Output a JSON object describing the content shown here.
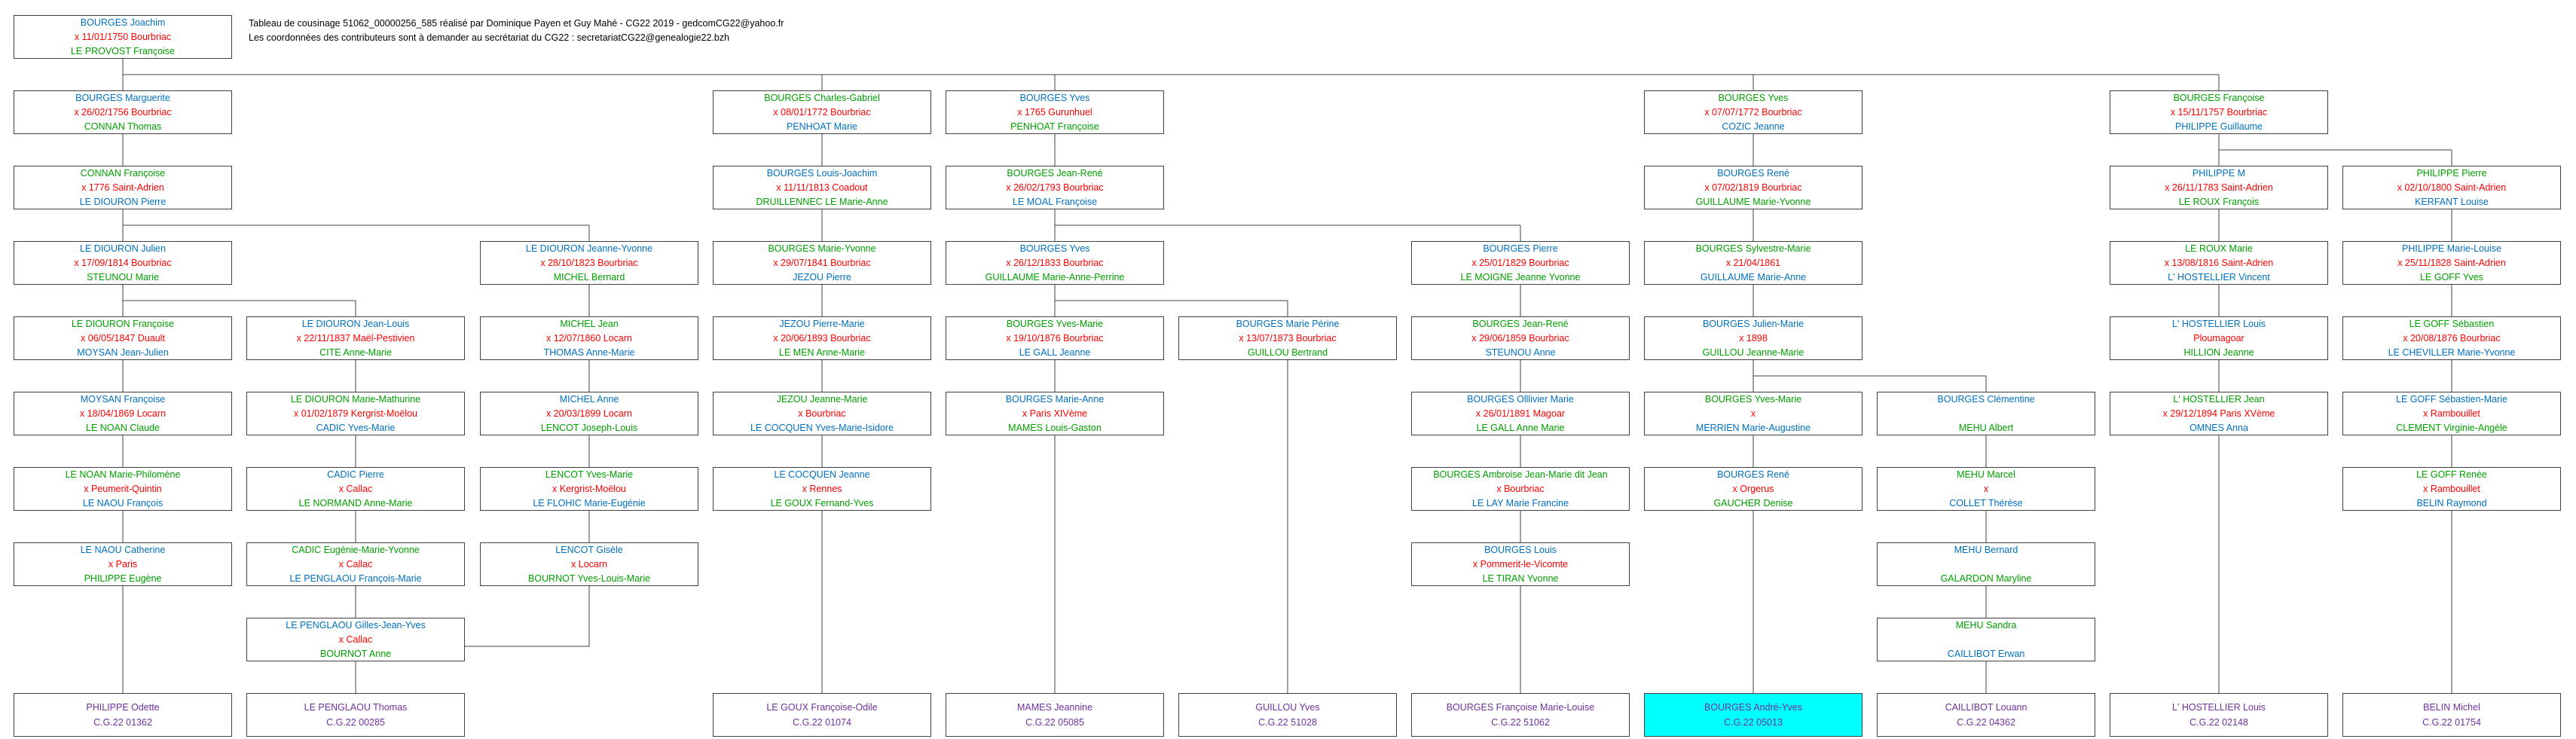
{
  "header": {
    "line1": "Tableau de cousinage 51062_00000256_585 réalisé par Dominique Payen et Guy Mahé - CG22 2019 - gedcomCG22@yahoo.fr",
    "line2": "Les coordonnées des contributeurs sont à demander au secrétariat du CG22 :  secretariatCG22@genealogie22.bzh"
  },
  "colors": {
    "blue": "#0070c0",
    "red": "#ff0000",
    "green": "#00a000",
    "purple": "#7030a0",
    "highlight": "#00ffff"
  },
  "columns": [
    [
      [
        "BOURGES Joachim",
        "x 11/01/1750 Bourbriac",
        "LE PROVOST Françoise"
      ],
      [
        "BOURGES Marguerite",
        "x 26/02/1756 Bourbriac",
        "CONNAN Thomas"
      ],
      [
        "CONNAN Françoise",
        "x 1776 Saint-Adrien",
        "LE DIOURON Pierre"
      ],
      [
        "LE DIOURON Julien",
        "x 17/09/1814 Bourbriac",
        "STEUNOU Marie"
      ],
      [
        "LE DIOURON Françoise",
        "x 06/05/1847 Duault",
        "MOYSAN Jean-Julien"
      ],
      [
        "MOYSAN Françoise",
        "x 18/04/1869 Locarn",
        "LE NOAN Claude"
      ],
      [
        "LE NOAN Marie-Philomène",
        "x          Peumerit-Quintin",
        "LE NAOU François"
      ],
      [
        "LE NAOU Catherine",
        "x          Paris",
        "PHILIPPE Eugène"
      ]
    ],
    [
      null,
      null,
      null,
      null,
      [
        "LE DIOURON Jean-Louis",
        "x 22/11/1837 Maël-Pestivien",
        "CITE Anne-Marie"
      ],
      [
        "LE DIOURON Marie-Mathurine",
        "x 01/02/1879 Kergrist-Moëlou",
        "CADIC Yves-Marie"
      ],
      [
        "CADIC Pierre",
        "x          Callac",
        "LE NORMAND Anne-Marie"
      ],
      [
        "CADIC Eugénie-Marie-Yvonne",
        "x          Callac",
        "LE PENGLAOU François-Marie"
      ],
      [
        "LE PENGLAOU Gilles-Jean-Yves",
        "x          Callac",
        "BOURNOT Anne"
      ]
    ],
    [
      null,
      null,
      null,
      [
        "LE DIOURON Jeanne-Yvonne",
        "x 28/10/1823 Bourbriac",
        "MICHEL Bernard"
      ],
      [
        "MICHEL Jean",
        "x 12/07/1860 Locarn",
        "THOMAS Anne-Marie"
      ],
      [
        "MICHEL Anne",
        "x 20/03/1899 Locarn",
        "LENCOT Joseph-Louis"
      ],
      [
        "LENCOT Yves-Marie",
        "x          Kergrist-Moëlou",
        "LE FLOHIC Marie-Eugénie"
      ],
      [
        "LENCOT Gisèle",
        "x          Locarn",
        "BOURNOT Yves-Louis-Marie"
      ]
    ],
    [
      null,
      [
        "BOURGES Charles-Gabriel",
        "x 08/01/1772 Bourbriac",
        "PENHOAT Marie"
      ],
      [
        "BOURGES Louis-Joachim",
        "x 11/11/1813 Coadout",
        "DRUILLENNEC LE Marie-Anne"
      ],
      [
        "BOURGES Marie-Yvonne",
        "x 29/07/1841 Bourbriac",
        "JEZOU Pierre"
      ],
      [
        "JEZOU Pierre-Marie",
        "x 20/06/1893 Bourbriac",
        "LE MEN Anne-Marie"
      ],
      [
        "JEZOU Jeanne-Marie",
        "x          Bourbriac",
        "LE COCQUEN Yves-Marie-Isidore"
      ],
      [
        "LE COCQUEN Jeanne",
        "x          Rennes",
        "LE GOUX Fernand-Yves"
      ]
    ],
    [
      null,
      [
        "BOURGES Yves",
        "x 1765 Gurunhuel",
        "PENHOAT Françoise"
      ],
      [
        "BOURGES Jean-René",
        "x 26/02/1793 Bourbriac",
        "LE MOAL Françoise"
      ],
      [
        "BOURGES Yves",
        "x 26/12/1833 Bourbriac",
        "GUILLAUME Marie-Anne-Perrine"
      ],
      [
        "BOURGES Yves-Marie",
        "x 19/10/1876 Bourbriac",
        "LE GALL Jeanne"
      ],
      [
        "BOURGES Marie-Anne",
        "x          Paris XIVème",
        "MAMES Louis-Gaston"
      ]
    ],
    [
      null,
      null,
      null,
      null,
      [
        "BOURGES Marie Périne",
        "x 13/07/1873 Bourbriac",
        "GUILLOU Bertrand"
      ]
    ],
    [
      null,
      null,
      null,
      [
        "BOURGES Pierre",
        "x 25/01/1829 Bourbriac",
        "LE MOIGNE Jeanne Yvonne"
      ],
      [
        "BOURGES Jean-René",
        "x 29/06/1859 Bourbriac",
        "STEUNOU Anne"
      ],
      [
        "BOURGES Olllivier Marie",
        "x 26/01/1891 Magoar",
        "LE GALL Anne Marie"
      ],
      [
        "BOURGES Ambroise Jean-Marie dit Jean",
        "x          Bourbriac",
        "LE LAY Marie Francine"
      ],
      [
        "BOURGES Louis",
        "x          Pommerit-le-Vicomte",
        "LE TIRAN Yvonne"
      ]
    ],
    [
      null,
      [
        "BOURGES Yves",
        "x 07/07/1772 Bourbriac",
        "COZIC Jeanne"
      ],
      [
        "BOURGES René",
        "x 07/02/1819 Bourbriac",
        "GUILLAUME Marie-Yvonne"
      ],
      [
        "BOURGES Sylvestre-Marie",
        "x 21/04/1861",
        "GUILLAUME Marie-Anne"
      ],
      [
        "BOURGES Julien-Marie",
        "x 1898",
        "GUILLOU Jeanne-Marie"
      ],
      [
        "BOURGES Yves-Marie",
        "x",
        "MERRIEN Marie-Augustine"
      ],
      [
        "BOURGES René",
        "x          Orgerus",
        "GAUCHER Denise"
      ]
    ],
    [
      null,
      null,
      null,
      null,
      null,
      [
        "BOURGES Clémentine",
        "",
        "MEHU Albert"
      ],
      [
        "MEHU Marcel",
        "x",
        "COLLET Thérèse"
      ],
      [
        "MEHU Bernard",
        "",
        "GALARDON Maryline"
      ],
      [
        "MEHU Sandra",
        "",
        "CAILLIBOT Erwan"
      ]
    ],
    [
      null,
      [
        "BOURGES Françoise",
        "x 15/11/1757 Bourbriac",
        "PHILIPPE Guillaume"
      ],
      [
        "PHILIPPE M",
        "x 26/11/1783 Saint-Adrien",
        "LE ROUX François"
      ],
      [
        "LE ROUX Marie",
        "x 13/08/1816 Saint-Adrien",
        "L' HOSTELLIER Vincent"
      ],
      [
        "L' HOSTELLIER Louis",
        "Ploumagoar",
        "HILLION Jeanne"
      ],
      [
        "L' HOSTELLIER Jean",
        "x 29/12/1894 Paris XVème",
        "OMNES Anna"
      ]
    ],
    [
      null,
      null,
      [
        "PHILIPPE Pierre",
        "x 02/10/1800 Saint-Adrien",
        "KERFANT Louise"
      ],
      [
        "PHILIPPE Marie-Louise",
        "x 25/11/1828 Saint-Adrien",
        "LE GOFF Yves"
      ],
      [
        "LE GOFF Sébastien",
        "x 20/08/1876 Bourbriac",
        "LE CHEVILLER Marie-Yvonne"
      ],
      [
        "LE GOFF Sébastien-Marie",
        "x          Rambouillet",
        "CLEMENT Virginie-Angèle"
      ],
      [
        "LE GOFF Renée",
        "x          Rambouillet",
        "BELIN Raymond"
      ]
    ]
  ],
  "leaves": [
    [
      "PHILIPPE Odette",
      "C.G.22 01362"
    ],
    [
      "LE PENGLAOU Thomas",
      "C.G.22 00285"
    ],
    null,
    [
      "LE GOUX Françoise-Odile",
      "C.G.22 01074"
    ],
    [
      "MAMES Jeannine",
      "C.G.22 05085"
    ],
    [
      "GUILLOU Yves",
      "C.G.22 51028"
    ],
    [
      "BOURGES Françoise Marie-Louise",
      "C.G.22 51062"
    ],
    [
      "BOURGES André-Yves",
      "C.G.22 05013"
    ],
    [
      "CAILLIBOT Louann",
      "C.G.22 04362"
    ],
    [
      "L' HOSTELLIER Louis",
      "C.G.22 02148"
    ],
    [
      "BELIN Michel",
      "C.G.22 01754"
    ]
  ]
}
